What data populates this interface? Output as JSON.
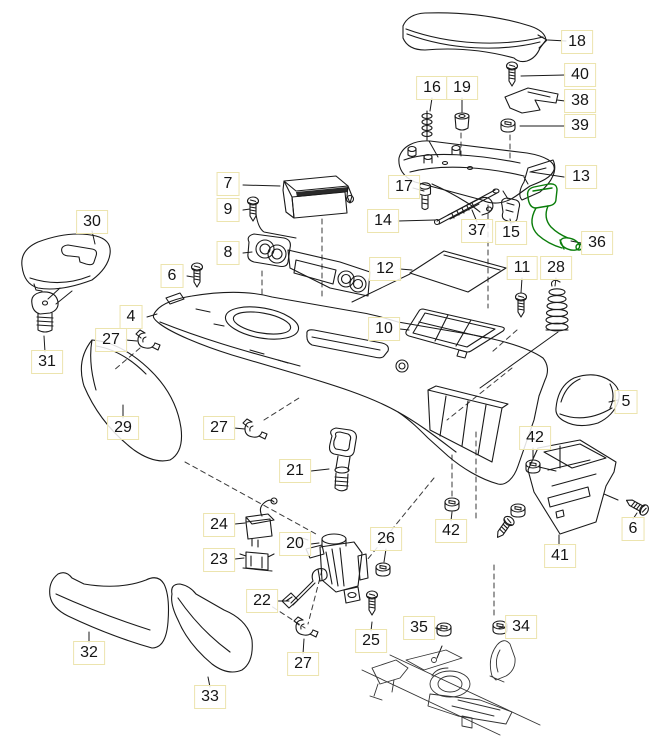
{
  "diagram": {
    "kind": "exploded-parts-diagram",
    "background": "#ffffff",
    "line_color": "#1a1a1a",
    "highlight_color": "#0a7d0a",
    "callout_border_color": "#ece4ae",
    "highlighted_callout": "36"
  },
  "callouts": [
    {
      "label": "18"
    },
    {
      "label": "40"
    },
    {
      "label": "38"
    },
    {
      "label": "39"
    },
    {
      "label": "16"
    },
    {
      "label": "19"
    },
    {
      "label": "13"
    },
    {
      "label": "17"
    },
    {
      "label": "7"
    },
    {
      "label": "9"
    },
    {
      "label": "14"
    },
    {
      "label": "37"
    },
    {
      "label": "15"
    },
    {
      "label": "36"
    },
    {
      "label": "30"
    },
    {
      "label": "8"
    },
    {
      "label": "6"
    },
    {
      "label": "12"
    },
    {
      "label": "11"
    },
    {
      "label": "28"
    },
    {
      "label": "4"
    },
    {
      "label": "10"
    },
    {
      "label": "27"
    },
    {
      "label": "31"
    },
    {
      "label": "29"
    },
    {
      "label": "27"
    },
    {
      "label": "5"
    },
    {
      "label": "42"
    },
    {
      "label": "21"
    },
    {
      "label": "24"
    },
    {
      "label": "23"
    },
    {
      "label": "20"
    },
    {
      "label": "26"
    },
    {
      "label": "42"
    },
    {
      "label": "41"
    },
    {
      "label": "6"
    },
    {
      "label": "22"
    },
    {
      "label": "25"
    },
    {
      "label": "35"
    },
    {
      "label": "34"
    },
    {
      "label": "27"
    },
    {
      "label": "32"
    },
    {
      "label": "33"
    }
  ]
}
